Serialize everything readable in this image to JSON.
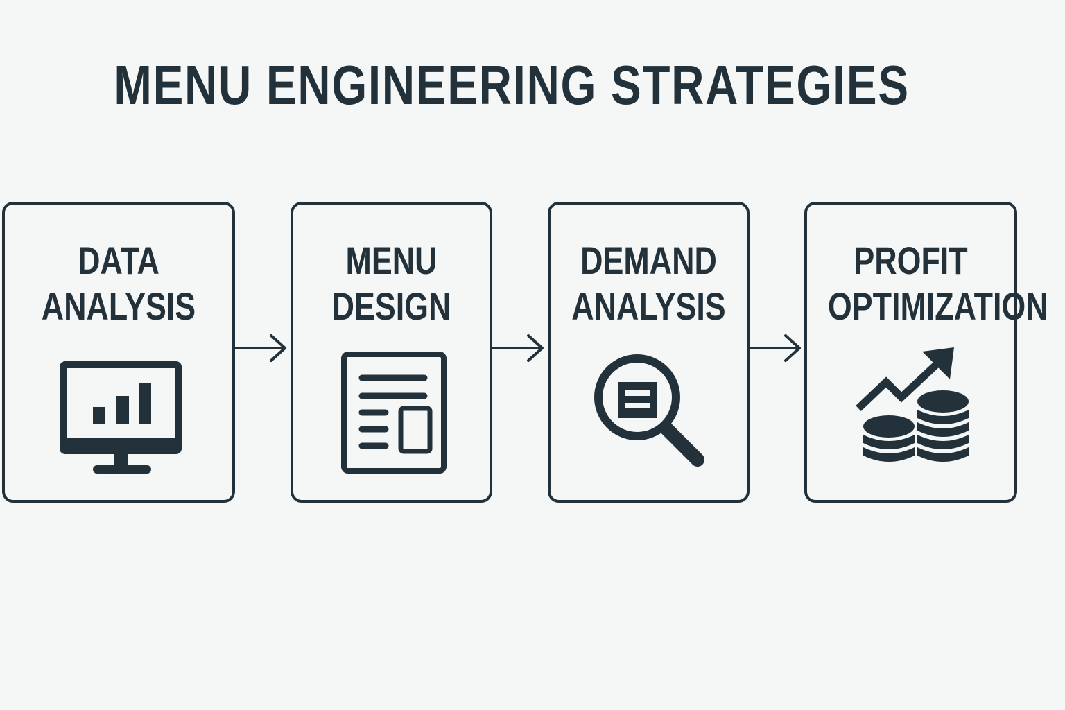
{
  "title": "MENU ENGINEERING STRATEGIES",
  "colors": {
    "background": "#f5f6f6",
    "ink": "#22313a"
  },
  "steps": [
    {
      "line1": "DATA",
      "line2": "ANALYSIS",
      "icon": "monitor-bar-chart-icon"
    },
    {
      "line1": "MENU",
      "line2": "DESIGN",
      "icon": "menu-document-icon"
    },
    {
      "line1": "DEMAND",
      "line2": "ANALYSIS",
      "icon": "magnifier-icon"
    },
    {
      "line1": "PROFIT",
      "line2": "OPTIMIZATION",
      "icon": "growth-coins-icon"
    }
  ],
  "connectors": [
    "arrow-right",
    "arrow-right",
    "arrow-right"
  ]
}
